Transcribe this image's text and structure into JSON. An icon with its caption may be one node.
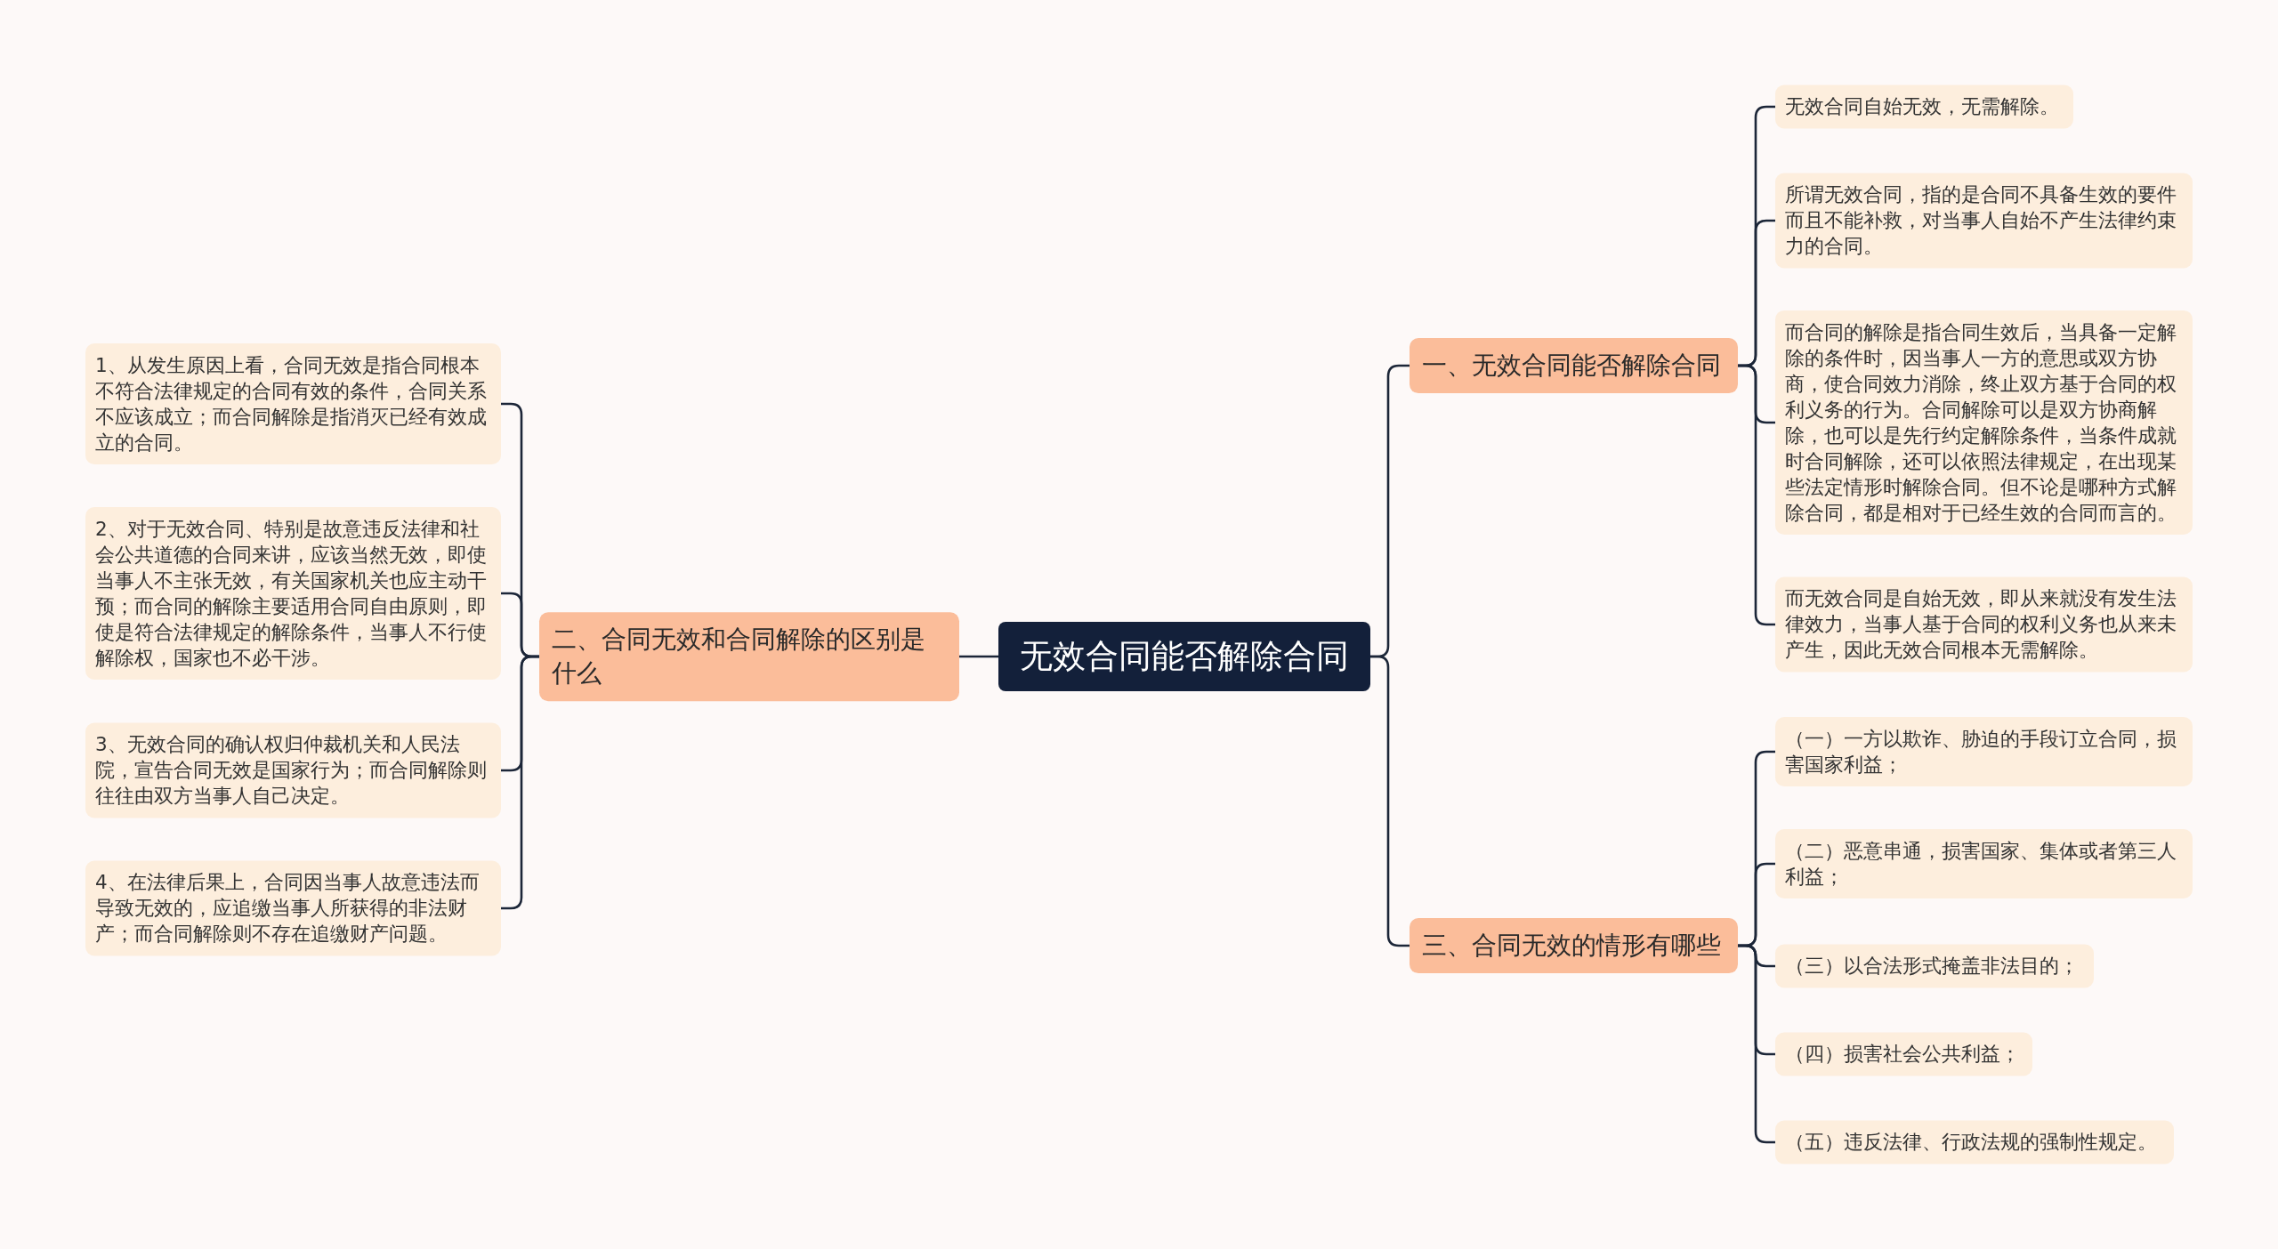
{
  "diagram": {
    "nodes": [
      {
        "text": [
          "无效合同能否解除合同"
        ]
      },
      {
        "text": [
          "一、无效合同能否解除合同"
        ]
      },
      {
        "text": [
          "无效合同自始无效，无需解除。"
        ]
      },
      {
        "text": [
          "所谓无效合同，指的是合同不具备生效的要件而且不能补救，对当事人自始不产生法律约束力的合同。"
        ]
      },
      {
        "text": [
          "而合同的解除是指合同生效后，当具备一定解除的条件时，因当事人一方的意思或双方协商，使合同效力消除，终止双方基于合同的权利义务的行为。合同解除可以是双方协商解除，也可以是先行约定解除条件，当条件成就时合同解除，还可以依照法律规定，在出现某些法定情形时解除合同。但不论是哪种方式解除合同，都是相对于已经生效的合同而言的。"
        ]
      },
      {
        "text": [
          "而无效合同是自始无效，即从来就没有发生法律效力，当事人基于合同的权利义务也从来未产生，因此无效合同根本无需解除。"
        ]
      },
      {
        "text": [
          "二、合同无效和合同解除的区别是什么"
        ]
      },
      {
        "text": [
          "1、从发生原因上看，合同无效是指合同根本不符合法律规定的合同有效的条件，合同关系不应该成立；而合同解除是指消灭已经有效成立的合同。"
        ]
      },
      {
        "text": [
          "2、对于无效合同、特别是故意违反法律和社会公共道德的合同来讲，应该当然无效，即使当事人不主张无效，有关国家机关也应主动干预；而合同的解除主要适用合同自由原则，即使是符合法律规定的解除条件，当事人不行使解除权，国家也不必干涉。"
        ]
      },
      {
        "text": [
          "3、无效合同的确认权归仲裁机关和人民法院，宣告合同无效是国家行为；而合同解除则往往由双方当事人自己决定。"
        ]
      },
      {
        "text": [
          "4、在法律后果上，合同因当事人故意违法而导致无效的，应追缴当事人所获得的非法财产；而合同解除则不存在追缴财产问题。"
        ]
      },
      {
        "text": [
          "三、合同无效的情形有哪些"
        ]
      },
      {
        "text": [
          "（一）一方以欺诈、胁迫的手段订立合同，损害国家利益；"
        ]
      },
      {
        "text": [
          "（二）恶意串通，损害国家、集体或者第三人利益；"
        ]
      },
      {
        "text": [
          "（三）以合法形式掩盖非法目的；"
        ]
      },
      {
        "text": [
          "（四）损害社会公共利益；"
        ]
      },
      {
        "text": [
          "（五）违反法律、行政法规的强制性规定。"
        ]
      }
    ],
    "edges": [
      {
        "from": 0,
        "to": 1,
        "arrow": "none"
      },
      {
        "from": 1,
        "to": 2,
        "arrow": "none"
      },
      {
        "from": 1,
        "to": 3,
        "arrow": "none"
      },
      {
        "from": 1,
        "to": 4,
        "arrow": "none"
      },
      {
        "from": 1,
        "to": 5,
        "arrow": "none"
      },
      {
        "from": 0,
        "to": 6,
        "arrow": "none"
      },
      {
        "from": 6,
        "to": 7,
        "arrow": "none"
      },
      {
        "from": 6,
        "to": 8,
        "arrow": "none"
      },
      {
        "from": 6,
        "to": 9,
        "arrow": "none"
      },
      {
        "from": 6,
        "to": 10,
        "arrow": "none"
      },
      {
        "from": 0,
        "to": 11,
        "arrow": "none"
      },
      {
        "from": 11,
        "to": 12,
        "arrow": "none"
      },
      {
        "from": 11,
        "to": 13,
        "arrow": "none"
      },
      {
        "from": 11,
        "to": 14,
        "arrow": "none"
      },
      {
        "from": 11,
        "to": 15,
        "arrow": "none"
      },
      {
        "from": 11,
        "to": 16,
        "arrow": "none"
      }
    ]
  }
}
